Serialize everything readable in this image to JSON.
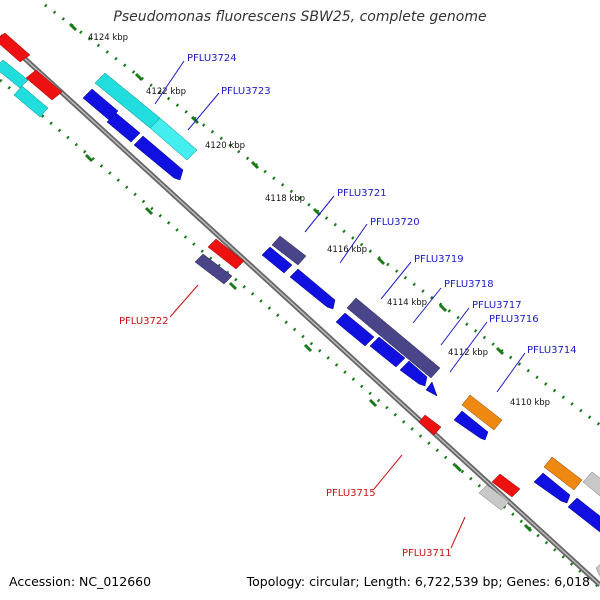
{
  "title": "Pseudomonas fluorescens SBW25, complete genome",
  "accession": "Accession: NC_012660",
  "summary": "Topology: circular; Length: 6,722,539 bp; Genes: 6,018",
  "colors": {
    "backbone": "#777777",
    "ticks": "#1a7a1a",
    "blue": "#1010e0",
    "navy": "#4a4488",
    "cyan": "#22dddd",
    "red": "#ee1111",
    "orange": "#ee8811",
    "gray": "#c8c8c8",
    "label_top": "#1a1acc",
    "label_bottom": "#cc1111"
  },
  "ticks": [
    {
      "label": "4124 kbp"
    },
    {
      "label": "4122 kbp"
    },
    {
      "label": "4120 kbp"
    },
    {
      "label": "4118 kbp"
    },
    {
      "label": "4116 kbp"
    },
    {
      "label": "4114 kbp"
    },
    {
      "label": "4112 kbp"
    },
    {
      "label": "4110 kbp"
    }
  ],
  "gene_labels_top": [
    {
      "label": "PFLU3724"
    },
    {
      "label": "PFLU3723"
    },
    {
      "label": "PFLU3721"
    },
    {
      "label": "PFLU3720"
    },
    {
      "label": "PFLU3719"
    },
    {
      "label": "PFLU3718"
    },
    {
      "label": "PFLU3717"
    },
    {
      "label": "PFLU3716"
    },
    {
      "label": "PFLU3714"
    }
  ],
  "gene_labels_bottom": [
    {
      "label": "PFLU3722"
    },
    {
      "label": "PFLU3715"
    },
    {
      "label": "PFLU3711"
    }
  ]
}
